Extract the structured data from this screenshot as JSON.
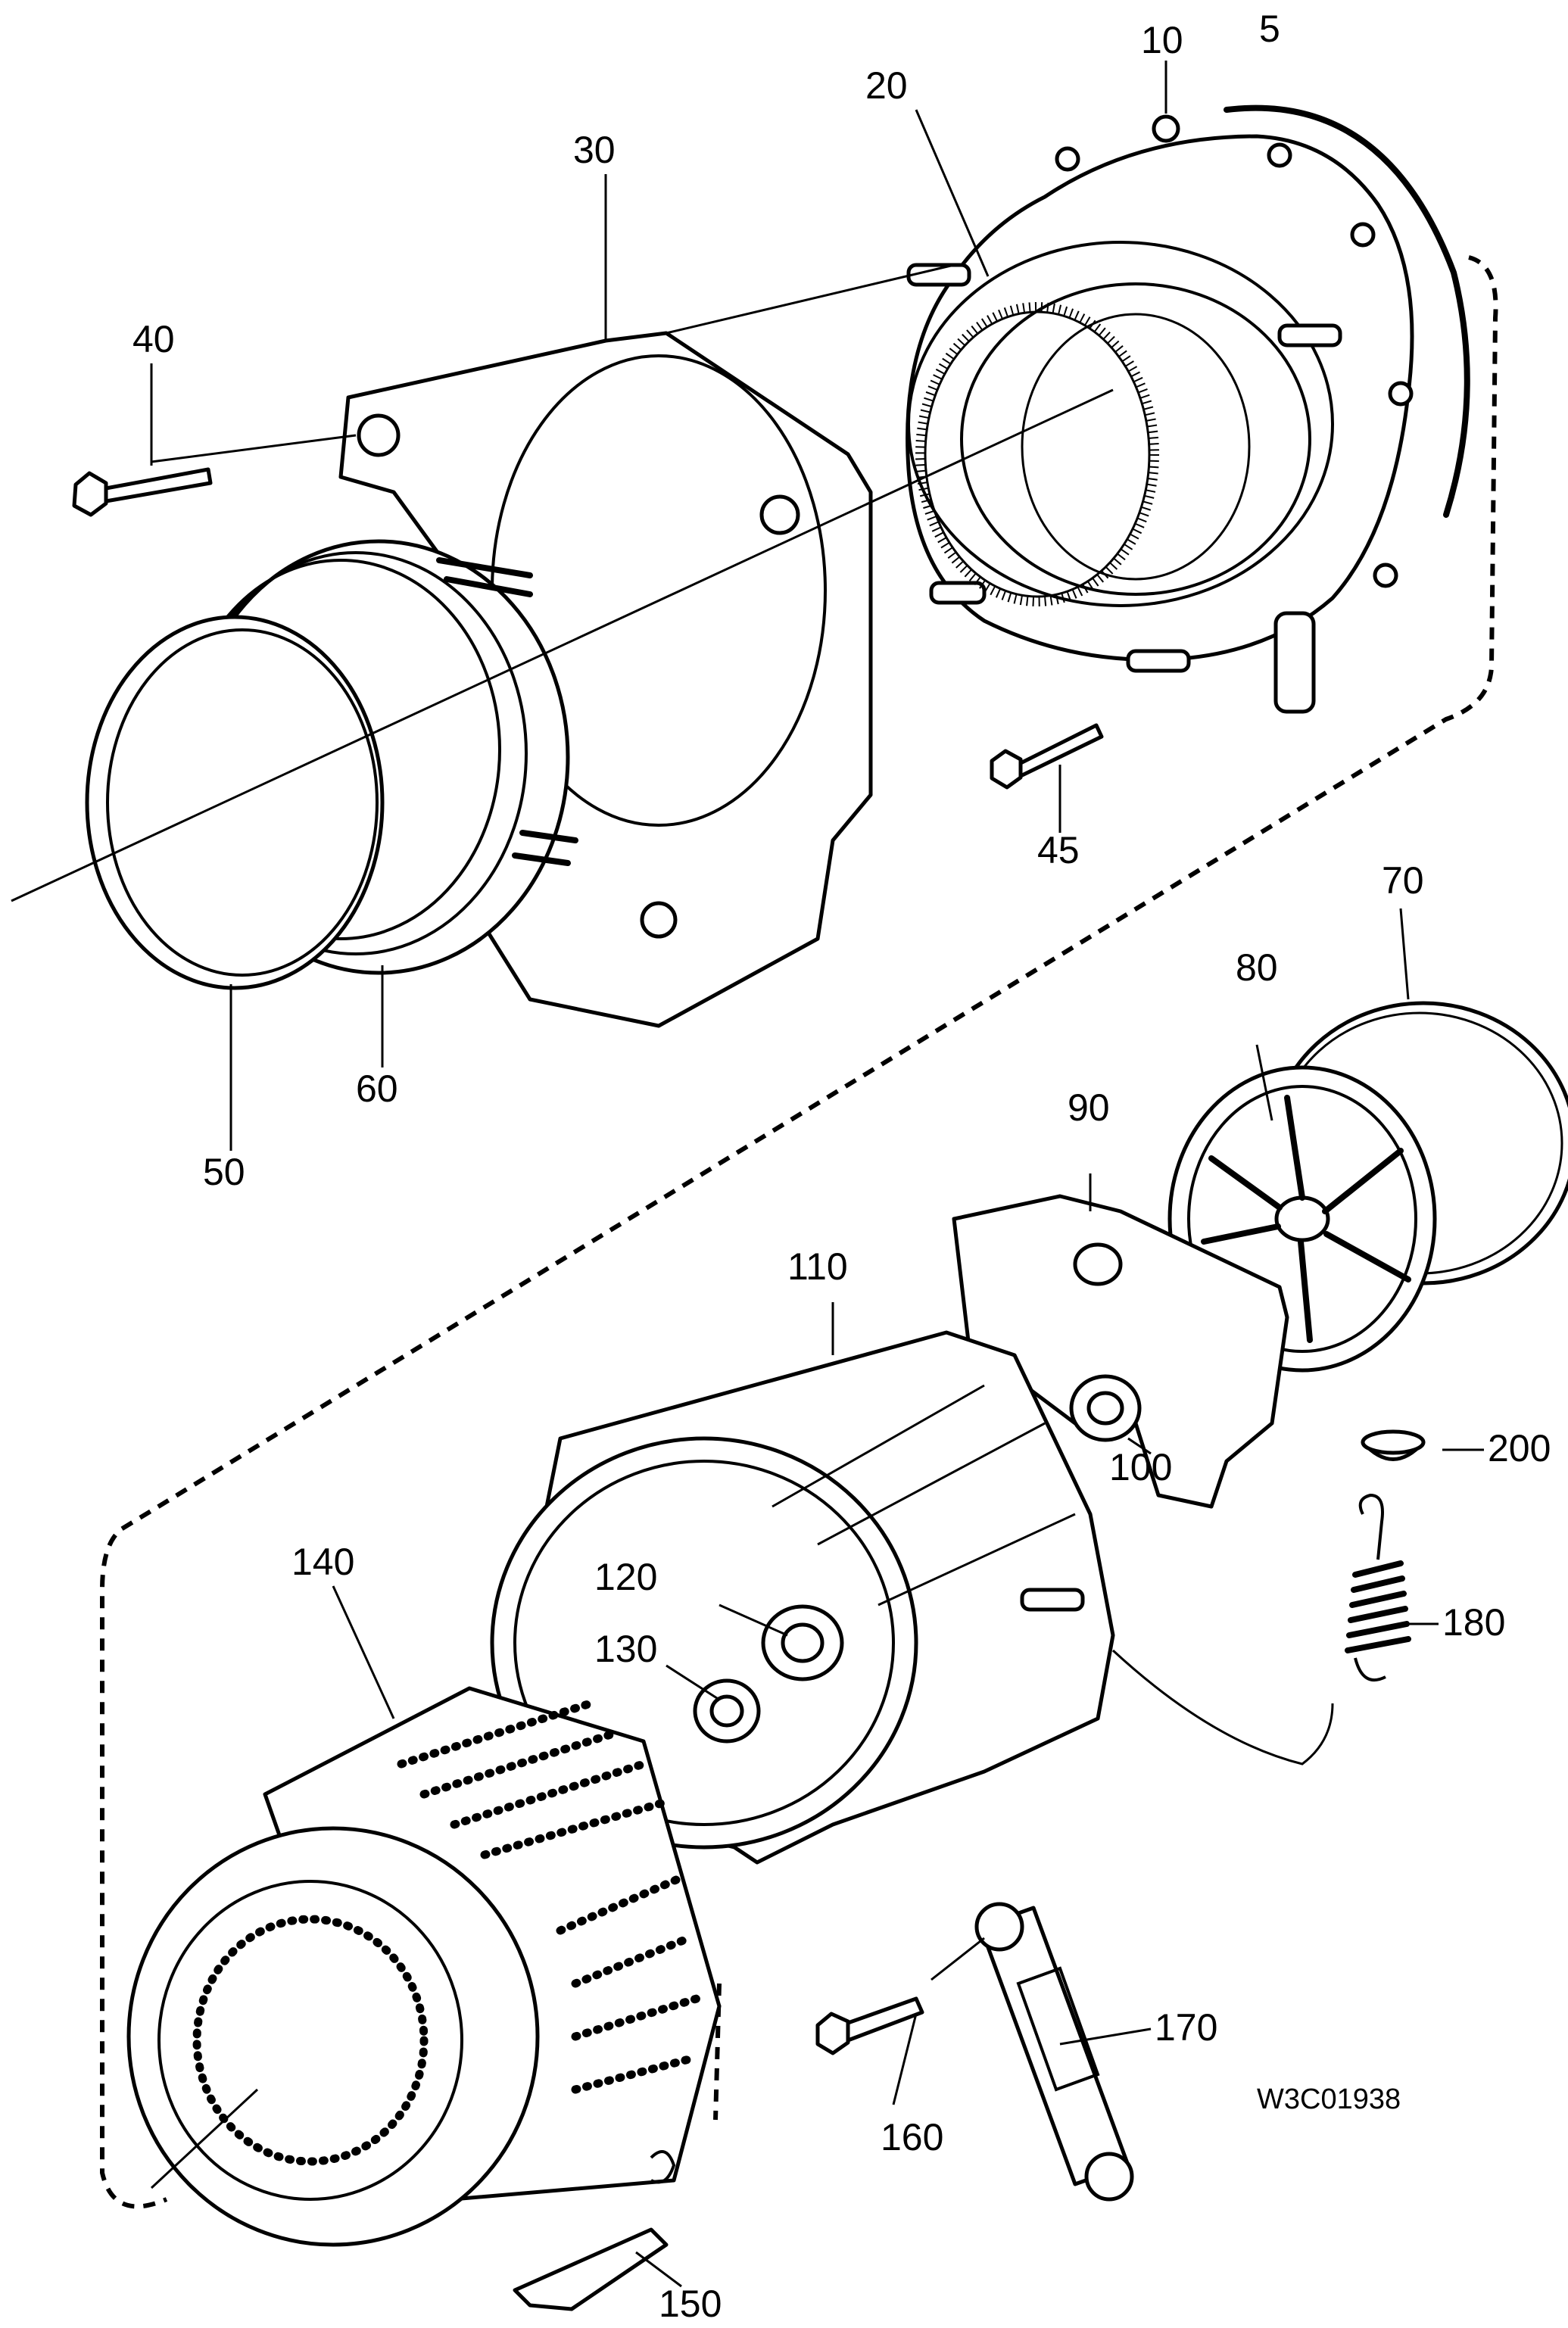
{
  "drawing": {
    "code": "W3C01938",
    "part_numbers": {
      "p5": "5",
      "p10": "10",
      "p20": "20",
      "p30": "30",
      "p40": "40",
      "p45": "45",
      "p50": "50",
      "p60": "60",
      "p70": "70",
      "p80": "80",
      "p90": "90",
      "p100": "100",
      "p110": "110",
      "p120": "120",
      "p130": "130",
      "p140": "140",
      "p150": "150",
      "p160": "160",
      "p170": "170",
      "p180": "180",
      "p200": "200"
    }
  }
}
